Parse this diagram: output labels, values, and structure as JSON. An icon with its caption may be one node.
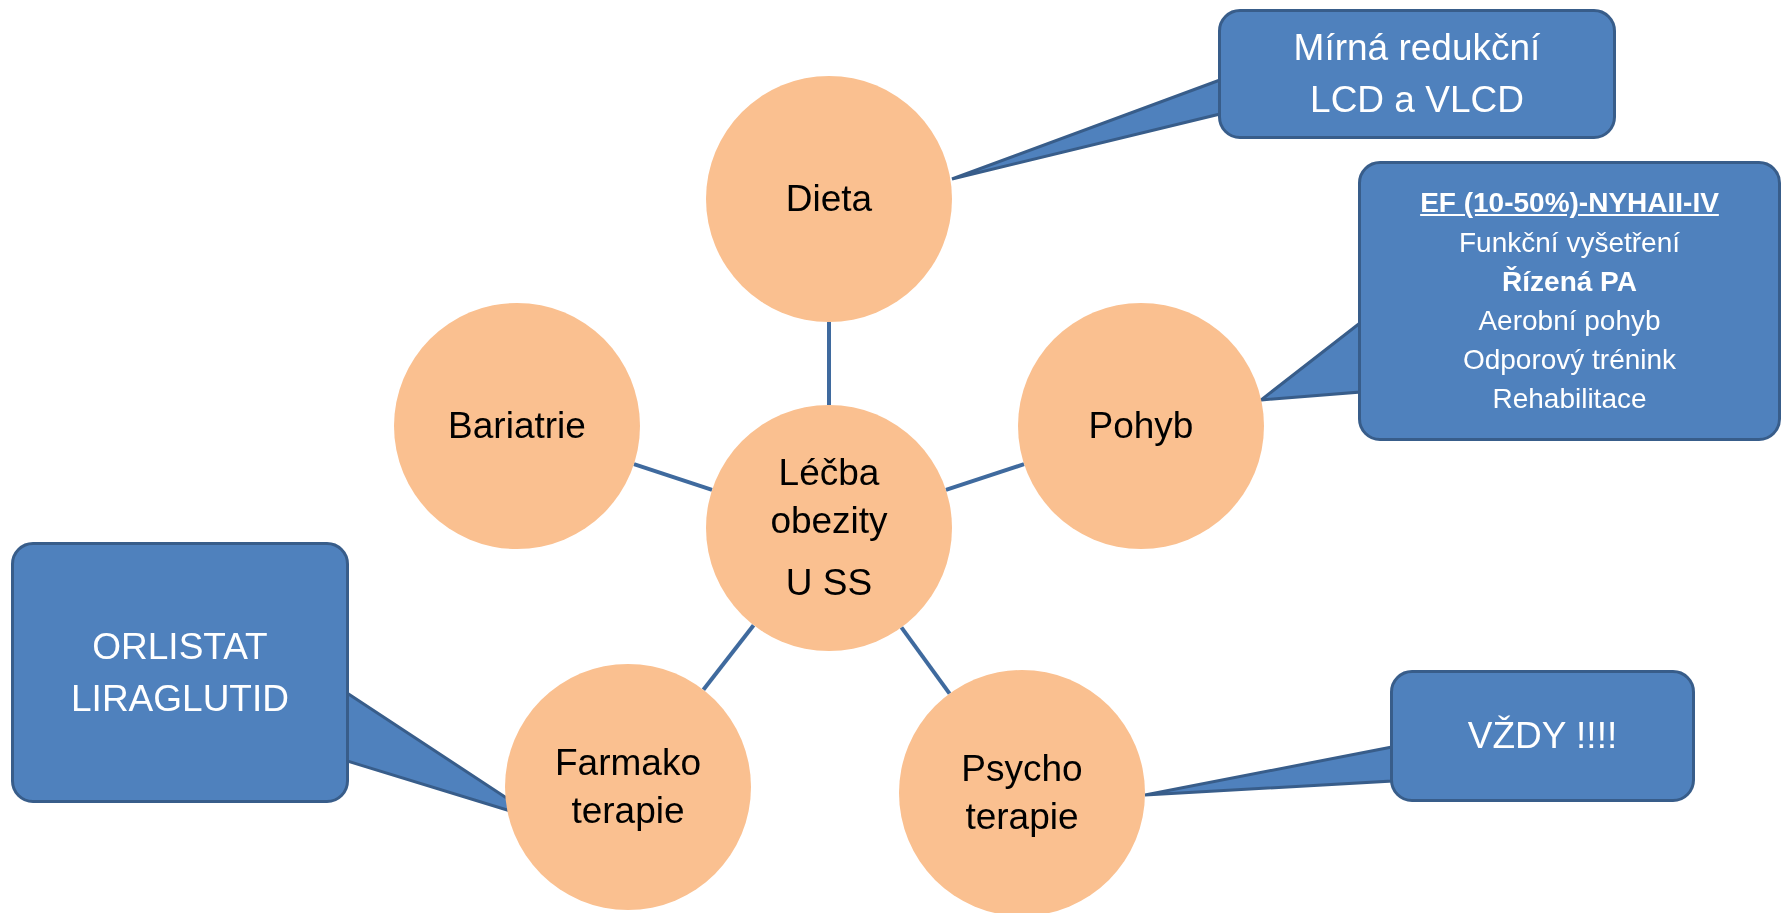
{
  "diagram": {
    "nodes": [
      {
        "text": [
          "Léčba obezity",
          "U SS"
        ]
      },
      {
        "text": [
          "Dieta"
        ]
      },
      {
        "text": [
          "Bariatrie"
        ]
      },
      {
        "text": [
          "Pohyb"
        ]
      },
      {
        "text": [
          "Farmako terapie"
        ]
      },
      {
        "text": [
          "Psycho terapie"
        ]
      },
      {
        "text": [
          "Mírná redukční LCD a VLCD"
        ]
      },
      {
        "text": [
          "EF (10-50%)-NYHAII-IV",
          "Funkční vyšetření",
          "Řízená PA",
          "Aerobní pohyb",
          "Odporový trénink",
          "Rehabilitace"
        ]
      },
      {
        "text": [
          "ORLISTAT",
          "LIRAGLUTID"
        ]
      },
      {
        "text": [
          "VŽDY !!!!"
        ]
      }
    ],
    "edges": [
      {
        "from": 0,
        "to": 1,
        "arrow": "none"
      },
      {
        "from": 0,
        "to": 2,
        "arrow": "none"
      },
      {
        "from": 0,
        "to": 3,
        "arrow": "none"
      },
      {
        "from": 0,
        "to": 4,
        "arrow": "none"
      },
      {
        "from": 0,
        "to": 5,
        "arrow": "none"
      },
      {
        "from": 6,
        "to": 1,
        "arrow": "to"
      },
      {
        "from": 7,
        "to": 3,
        "arrow": "to"
      },
      {
        "from": 8,
        "to": 4,
        "arrow": "to"
      },
      {
        "from": 9,
        "to": 5,
        "arrow": "to"
      }
    ]
  }
}
